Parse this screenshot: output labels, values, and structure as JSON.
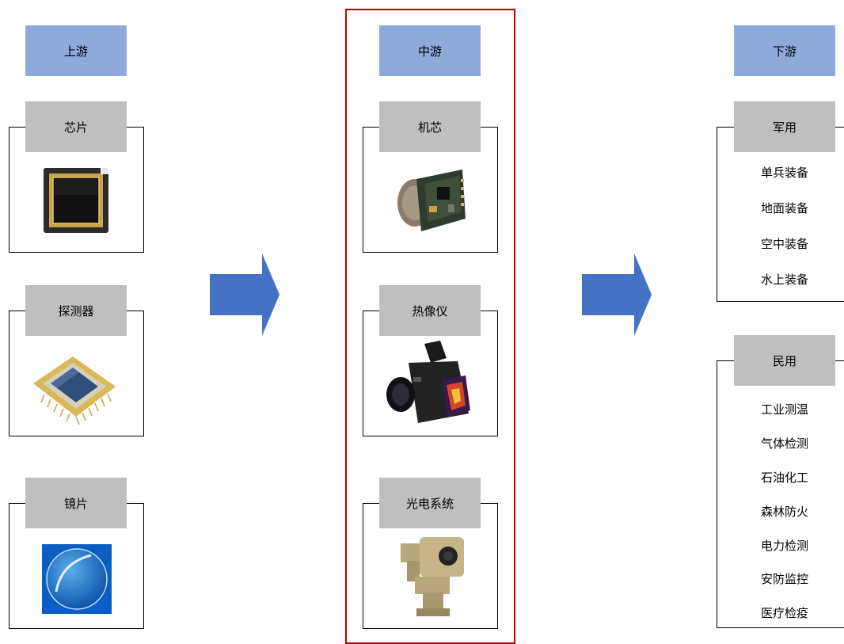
{
  "stages": {
    "upstream": {
      "label": "上游",
      "items": [
        {
          "label": "芯片",
          "image_icon": "chip-image"
        },
        {
          "label": "探测器",
          "image_icon": "detector-image"
        },
        {
          "label": "镜片",
          "image_icon": "lens-image"
        }
      ]
    },
    "midstream": {
      "label": "中游",
      "items": [
        {
          "label": "机芯",
          "image_icon": "core-module-image"
        },
        {
          "label": "热像仪",
          "image_icon": "thermal-camera-image"
        },
        {
          "label": "光电系统",
          "image_icon": "electro-optical-system-image"
        }
      ]
    },
    "downstream": {
      "label": "下游",
      "groups": [
        {
          "label": "军用",
          "items": [
            "单兵装备",
            "地面装备",
            "空中装备",
            "水上装备"
          ]
        },
        {
          "label": "民用",
          "items": [
            "工业测温",
            "气体检测",
            "石油化工",
            "森林防火",
            "电力检测",
            "安防监控",
            "医疗检疫"
          ]
        }
      ]
    }
  },
  "colors": {
    "header_fill": "#8eaadb",
    "tab_fill": "#bfbfbf",
    "arrow_fill": "#4472c4",
    "highlight_border": "#c00000"
  },
  "arrows": [
    "arrow-right-icon",
    "arrow-right-icon"
  ]
}
